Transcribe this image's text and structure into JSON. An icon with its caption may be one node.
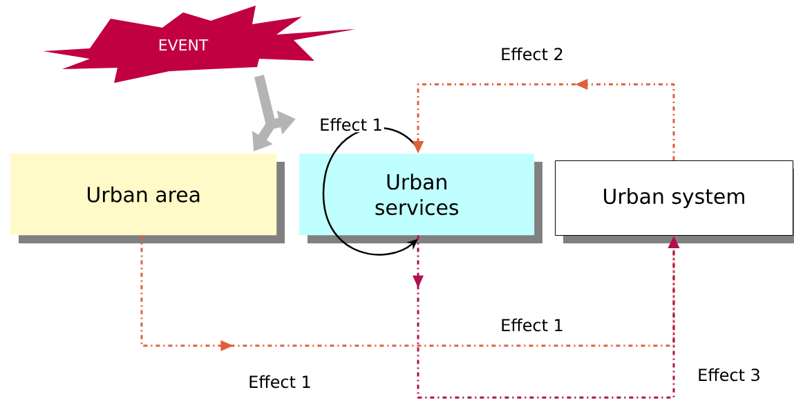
{
  "diagram": {
    "nodes": [
      {
        "text": [
          "EVENT"
        ]
      },
      {
        "text": [
          "Urban area"
        ]
      },
      {
        "text": [
          "Urban services"
        ]
      },
      {
        "text": [
          "Urban system"
        ]
      }
    ],
    "edges": [
      {
        "from": 0,
        "to": 1,
        "arrow": "to",
        "style": "thick",
        "color": "#b4b4b4"
      },
      {
        "from": 0,
        "to": 2,
        "arrow": "to",
        "style": "thick",
        "color": "#b4b4b4"
      },
      {
        "from": 2,
        "to": 2,
        "arrow": "to",
        "label": "Effect 1",
        "color": "#000000"
      },
      {
        "from": 3,
        "to": 2,
        "arrow": "to",
        "label": "Effect 2",
        "style": "dashed",
        "color": "#e0603c"
      },
      {
        "from": 1,
        "to": 3,
        "arrow": "to",
        "label": "Effect 1",
        "style": "dashed",
        "color": "#e0603c"
      },
      {
        "from": 2,
        "to": 3,
        "arrow": "to",
        "label": "Effect 3",
        "style": "dashed",
        "color": "#b01050"
      }
    ],
    "labels": [
      "Effect 1"
    ]
  }
}
